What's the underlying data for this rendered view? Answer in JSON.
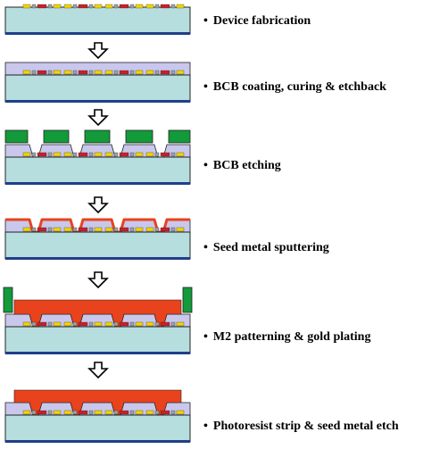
{
  "colors": {
    "substrate": "#b7dede",
    "substrate_base": "#1f3f8a",
    "bcb": "#c9c7ec",
    "gold_pad": "#f2d500",
    "metal_red": "#c9202a",
    "electrode_gray": "#9aa3a8",
    "photoresist": "#139a3a",
    "seed_metal": "#e8431c",
    "m2_gold": "#e8431c",
    "outline": "#222222"
  },
  "bullet_symbol": "•",
  "steps": [
    {
      "label": "Device fabrication"
    },
    {
      "label": "BCB coating, curing & etchback"
    },
    {
      "label": "BCB etching"
    },
    {
      "label": "Seed metal sputtering"
    },
    {
      "label": "M2 patterning & gold plating"
    },
    {
      "label": "Photoresist strip & seed metal etch"
    }
  ],
  "arrow_icon": "down-arrow-icon"
}
